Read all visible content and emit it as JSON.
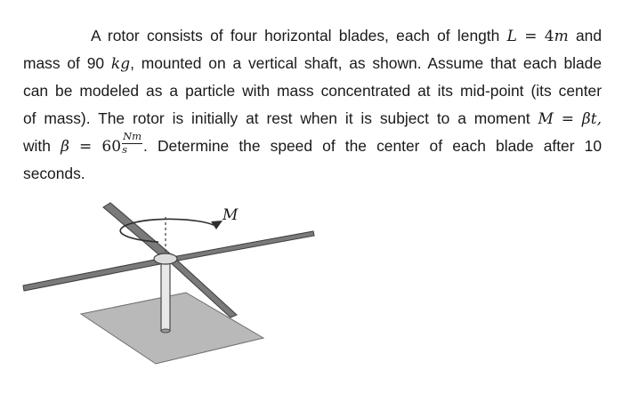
{
  "problem": {
    "line1_prefix": "A rotor consists of four horizontal blades, each of length ",
    "length_symbol": "L",
    "equals": "=",
    "length_value": "4",
    "length_unit": "m",
    "line1_suffix": "and",
    "line2_prefix": "mass of 90 ",
    "mass_unit": "kg",
    "line2_suffix": ", mounted on a vertical shaft, as shown. Assume that each blade",
    "line3": "can be modeled as a particle with mass concentrated at its mid-point (its center",
    "line4_prefix": "of mass). The rotor is initially at rest when it is subject to a moment ",
    "moment_symbol": "M",
    "moment_expr": "βt,",
    "line5_prefix": "with ",
    "beta_symbol": "β",
    "beta_value": "60",
    "beta_unit_num": "Nm",
    "beta_unit_den": "s",
    "line5_suffix": ". Determine the speed of the center of each blade after 10",
    "line6": "seconds."
  },
  "figure": {
    "moment_label": "M"
  },
  "colors": {
    "blade": "#7a7a7a",
    "base": "#b9b9b9",
    "text": "#1a1a1a"
  }
}
